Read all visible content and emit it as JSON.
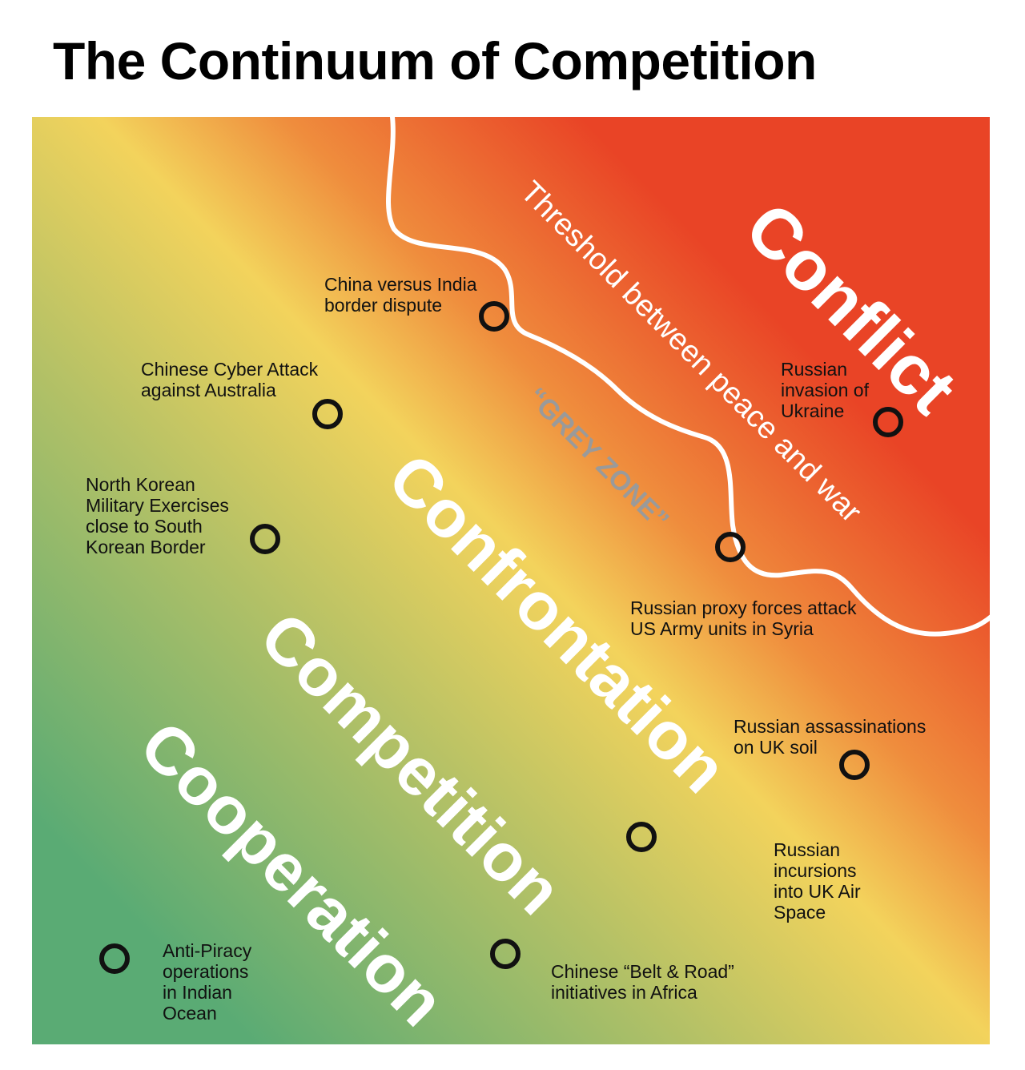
{
  "title": "The Continuum of Competition",
  "zones": {
    "conflict": "Conflict",
    "confrontation": "Confrontation",
    "competition": "Competition",
    "cooperation": "Cooperation"
  },
  "threshold_label": "Threshold between peace and war",
  "grey_zone_label": "“GREY ZONE”",
  "events": {
    "china_india": "China versus India\nborder dispute",
    "cyber_attack": "Chinese Cyber Attack\nagainst Australia",
    "north_korea": "North Korean\nMilitary Exercises\nclose to South\nKorean Border",
    "ukraine": "Russian\ninvasion of\nUkraine",
    "syria": "Russian proxy forces attack\nUS Army units in Syria",
    "assassinations": "Russian assassinations\non UK soil",
    "air_space": "Russian\nincursions\ninto UK Air\nSpace",
    "belt_road": "Chinese “Belt & Road”\ninitiatives in Africa",
    "anti_piracy": "Anti-Piracy\noperations\nin Indian\nOcean"
  },
  "colors": {
    "cooperation": "#5aab74",
    "competition": "#b4c166",
    "confrontation": "#f3d35c",
    "transition": "#ef8d3d",
    "conflict": "#e94426",
    "threshold_line": "#ffffff",
    "grey_zone": "#9a9a9a",
    "marker": "#111111"
  }
}
